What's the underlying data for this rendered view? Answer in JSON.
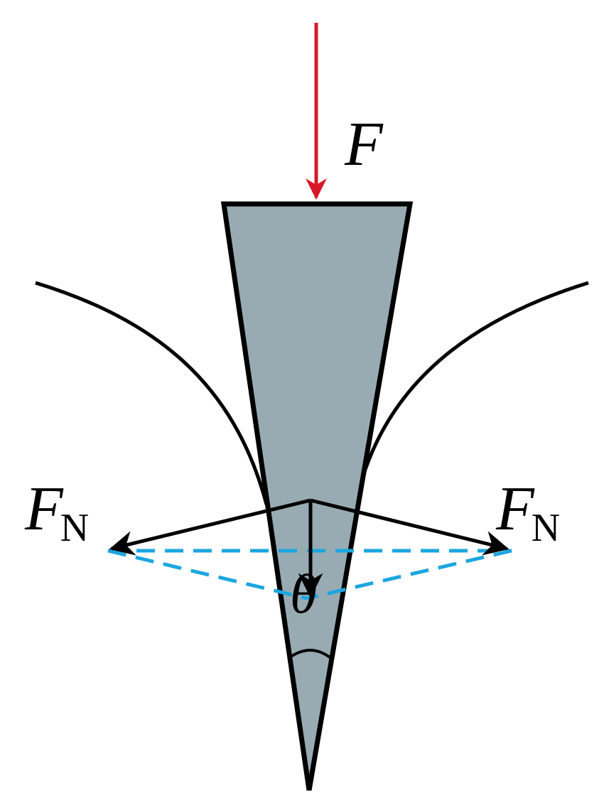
{
  "labels": {
    "applied_force": "F",
    "normal_force_left": "F",
    "normal_force_left_sub": "N",
    "normal_force_right": "F",
    "normal_force_right_sub": "N",
    "wedge_angle": "θ"
  },
  "colors": {
    "wedge_fill": "#98abb3",
    "outline": "#000000",
    "applied_force_arrow": "#d7192a",
    "dashed_construction": "#1ba6e0"
  }
}
